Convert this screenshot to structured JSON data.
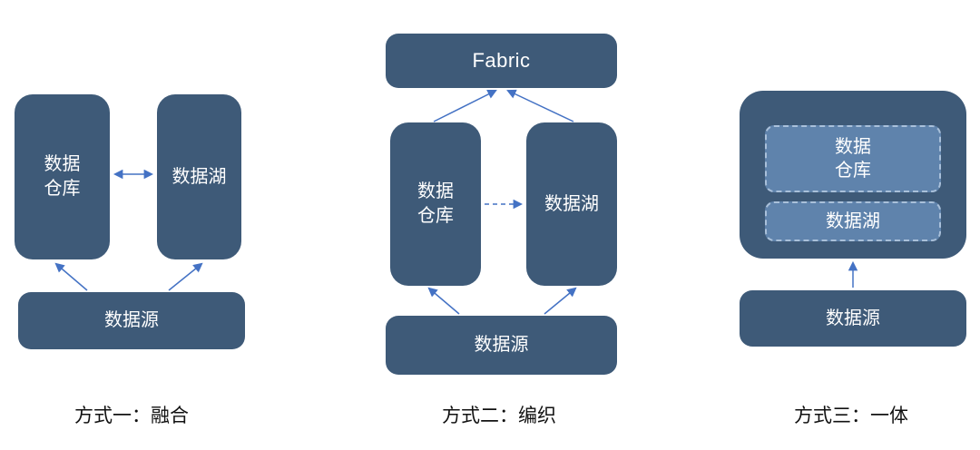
{
  "methods": {
    "m1": {
      "warehouse": "数据\n仓库",
      "lake": "数据湖",
      "source": "数据源",
      "caption": "方式一：融合"
    },
    "m2": {
      "fabric": "Fabric",
      "warehouse": "数据\n仓库",
      "lake": "数据湖",
      "source": "数据源",
      "caption": "方式二：编织"
    },
    "m3": {
      "warehouse": "数据\n仓库",
      "lake": "数据湖",
      "source": "数据源",
      "caption": "方式三：一体"
    }
  },
  "colors": {
    "box": "#3E5A78",
    "inner_box": "#5F83AC",
    "arrow": "#4472C4"
  }
}
